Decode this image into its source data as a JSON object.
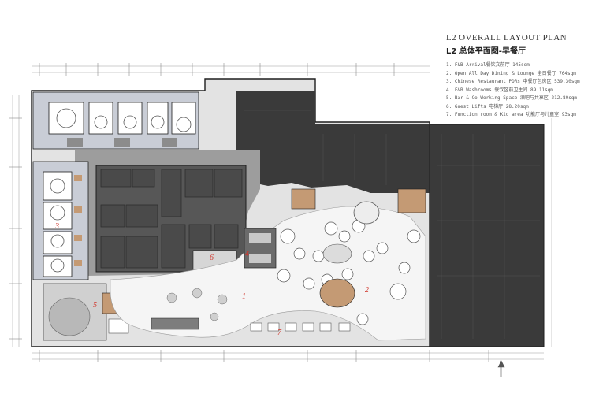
{
  "title": {
    "en": "L2 OVERALL LAYOUT PLAN",
    "cn": "L2 总体平面图-早餐厅"
  },
  "legend": [
    "1. F&B Arrival餐饮文前厅 145sqm",
    "2. Open All Day Dining & Lounge 全日餐厅 764sqm",
    "3. Chinese Restaurant PDRs 中餐厅包房区 539.30sqm",
    "4. F&B Washrooms 餐饮区前卫生间 89.11sqm",
    "5. Bar & Co-Working Space 酒吧与共享区 212.80sqm",
    "6. Guest Lifts 电梯厅 28.20sqm",
    "7. Function room & Kid area 功能厅与儿童室 93sqm"
  ],
  "zones": [
    "1",
    "2",
    "3",
    "4",
    "5",
    "6",
    "7"
  ],
  "colors": {
    "core": "#575757",
    "back_of_house": "#3a3a3a",
    "floor": "#e3e3e3",
    "path": "#f5f5f5",
    "wall": "#1e1e1e",
    "zone_label": "#d0352b",
    "wood": "#c49a74",
    "pdr_floor": "#c9cdd6"
  }
}
